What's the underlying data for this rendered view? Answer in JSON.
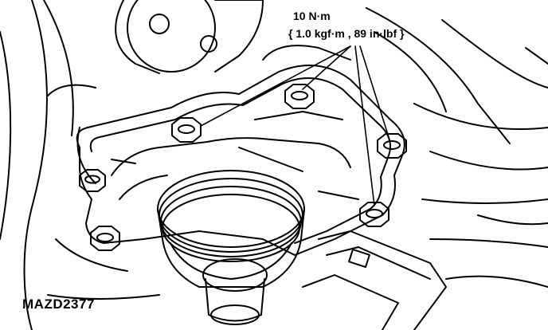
{
  "annotation": {
    "torque_value": "10 N·m",
    "torque_alt": "{ 1.0 kgf·m , 89 in·lbf }"
  },
  "figure_code": "MAZD2377",
  "colors": {
    "ink": "#000000",
    "paper": "#ffffff"
  },
  "icons": [
    "bolt-icon",
    "pulley-icon"
  ]
}
